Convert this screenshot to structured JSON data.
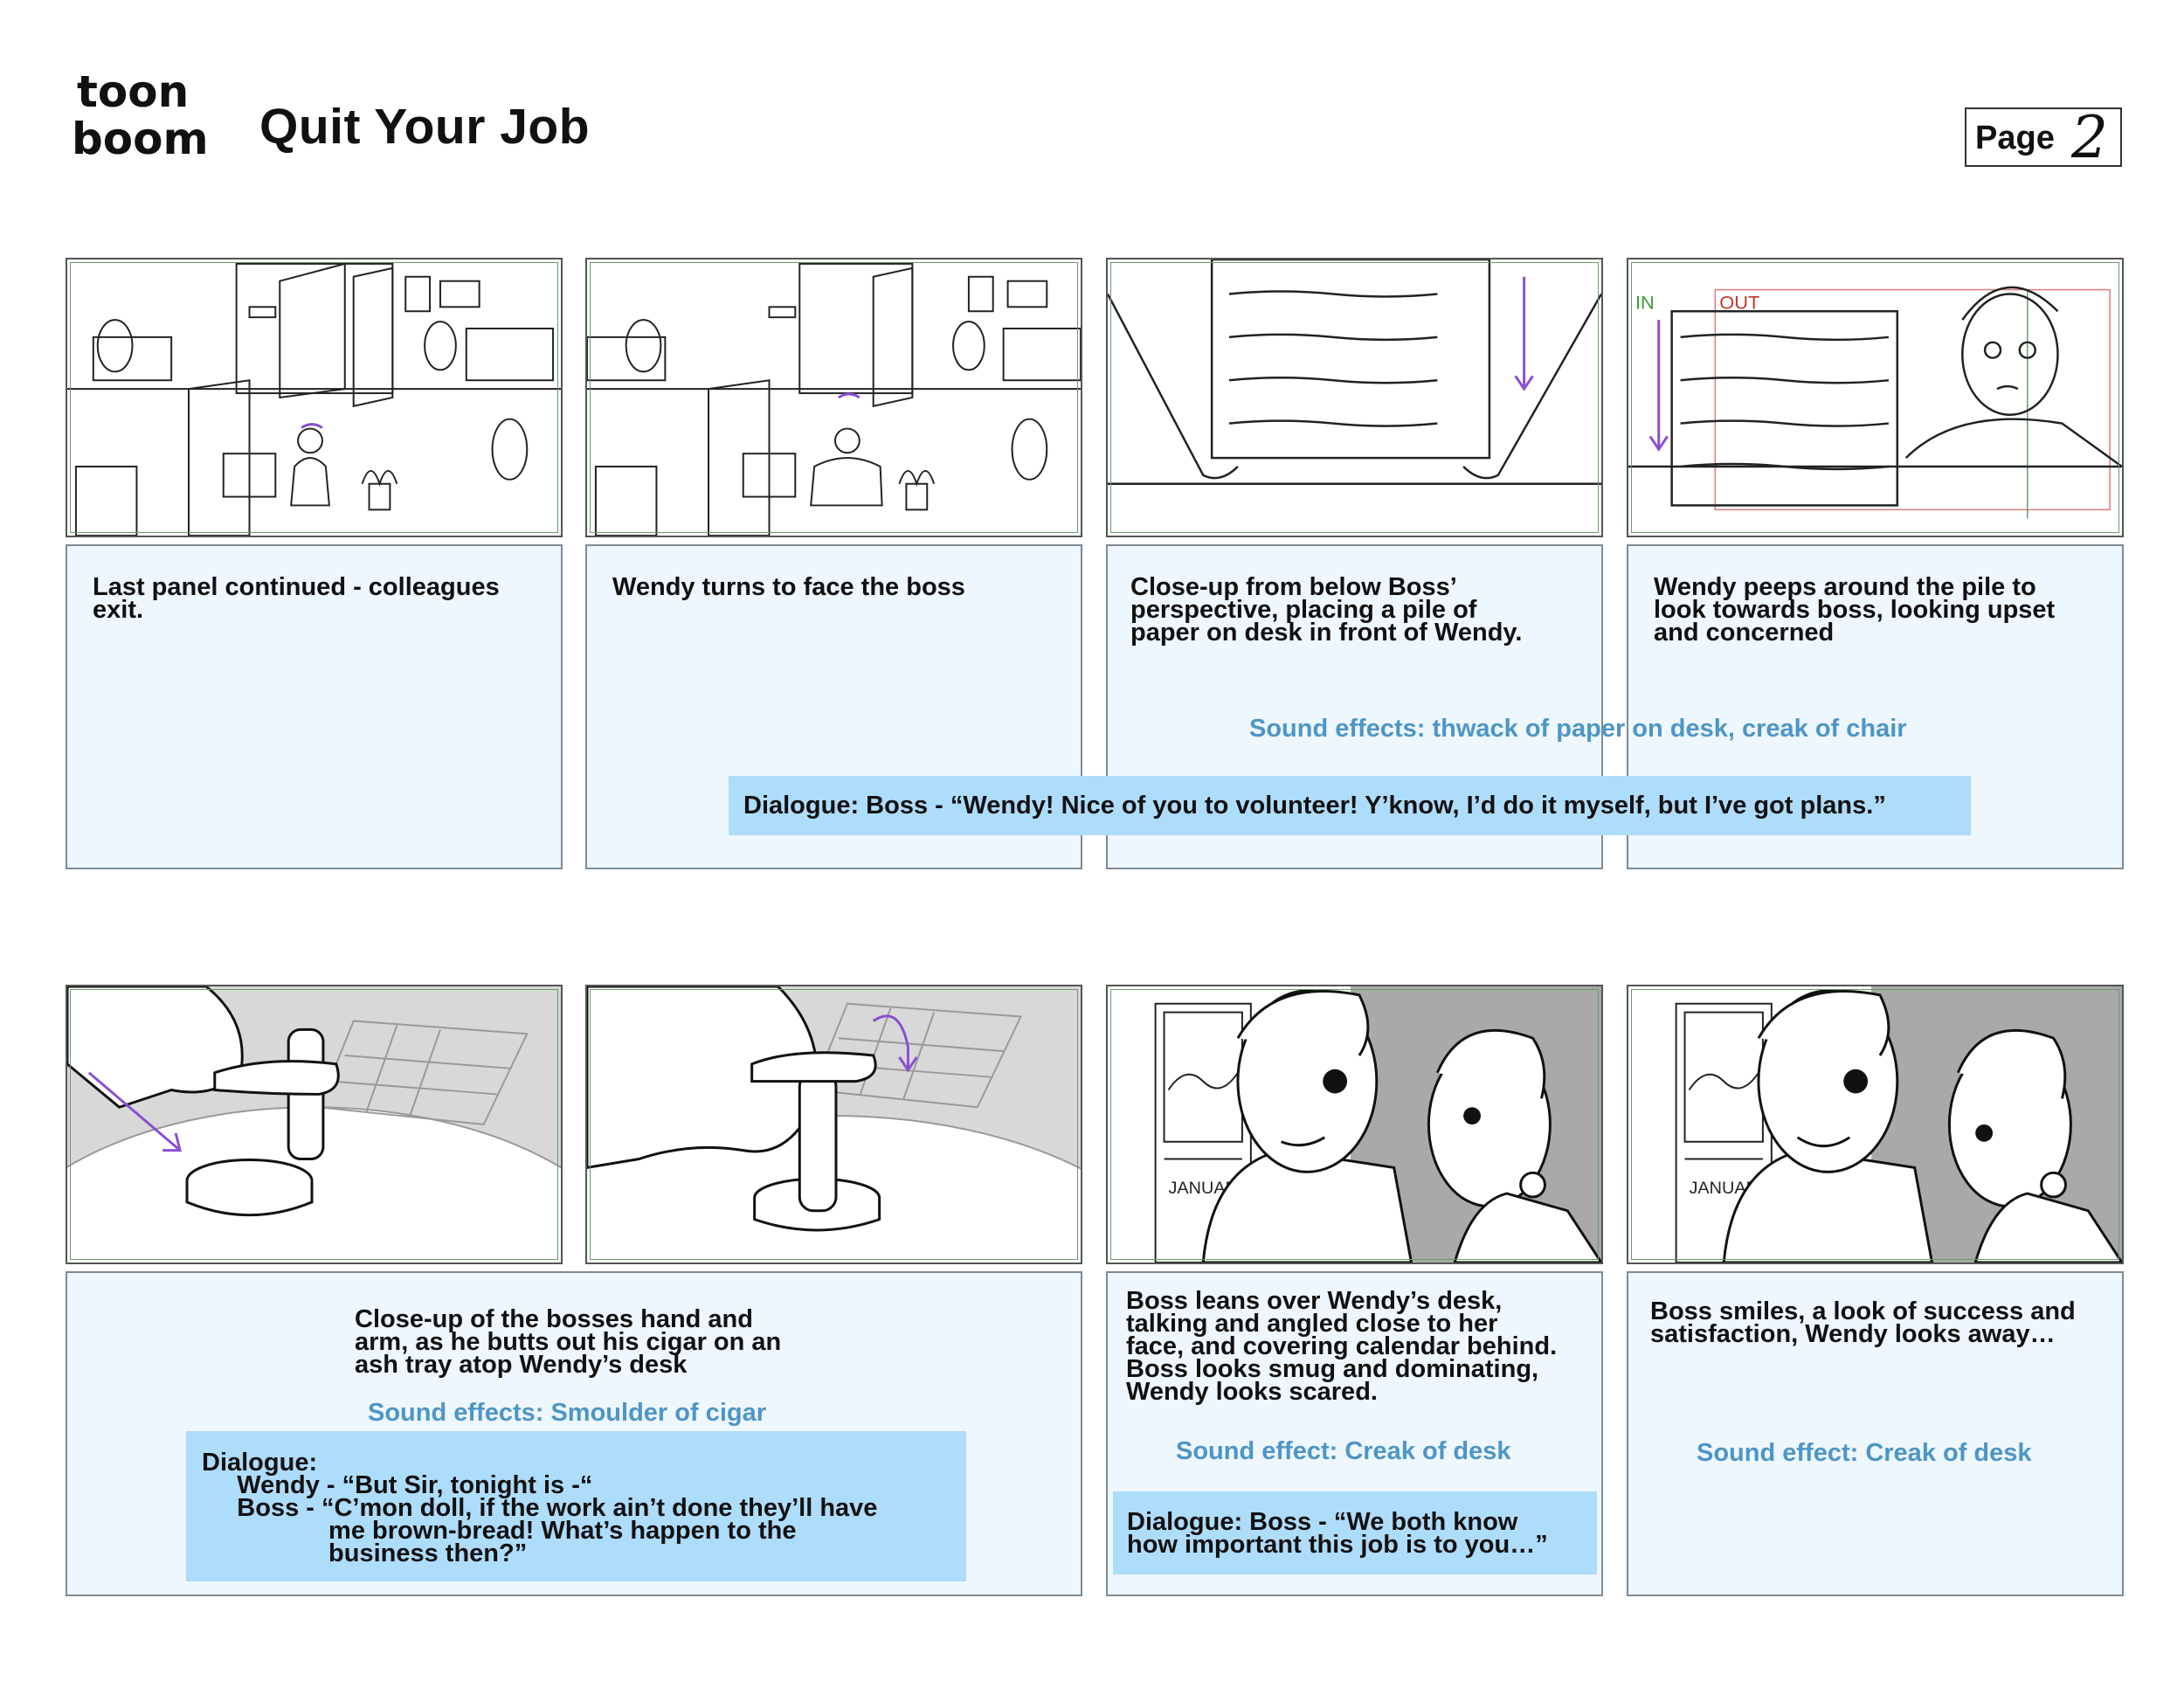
{
  "header": {
    "logo_line1": "toon",
    "logo_line2": "boom",
    "title": "Quit Your Job",
    "page_label": "Page",
    "page_number": "2"
  },
  "panels": [
    {
      "notes": "Last panel continued - colleagues\nexit."
    },
    {
      "notes": "Wendy turns to face the boss"
    },
    {
      "notes": "Close-up from below Boss’\nperspective, placing a pile of\npaper on desk in front of Wendy."
    },
    {
      "notes": "Wendy peeps around the pile to\nlook towards boss, looking upset\nand concerned",
      "marks": {
        "in": "IN",
        "out": "OUT"
      }
    },
    {
      "notes": ""
    },
    {
      "notes": "Close-up of the bosses hand and\narm, as he butts out his cigar on an\nash tray atop Wendy’s desk"
    },
    {
      "notes": "Boss leans over Wendy’s desk,\ntalking and angled close to her\nface, and covering calendar behind.\nBoss looks smug and dominating,\nWendy looks scared.",
      "calendar": "JANUARY"
    },
    {
      "notes": "Boss smiles, a look of success and\nsatisfaction, Wendy looks away…",
      "calendar": "JANUARY"
    }
  ],
  "row1": {
    "sound_effects": "Sound effects: thwack of paper on desk, creak of chair",
    "dialogue": "Dialogue: Boss - “Wendy! Nice of you to volunteer! Y’know, I’d do it myself, but I’ve got plans.”"
  },
  "row2": {
    "sound_effects": "Sound effects: Smoulder of cigar",
    "dialogue_heading": "Dialogue:",
    "dialogue_line1": "     Wendy - “But Sir, tonight is -“",
    "dialogue_line2": "     Boss - “C’mon doll, if the work ain’t done they’ll have",
    "dialogue_line3": "                  me brown-bread! What’s happen to the",
    "dialogue_line4": "                  business then?”",
    "panel7_sound": "Sound effect: Creak of desk",
    "panel7_dialogue": "Dialogue: Boss - “We both know\nhow important this job is to you…”",
    "panel8_sound": "Sound effect: Creak of desk"
  }
}
